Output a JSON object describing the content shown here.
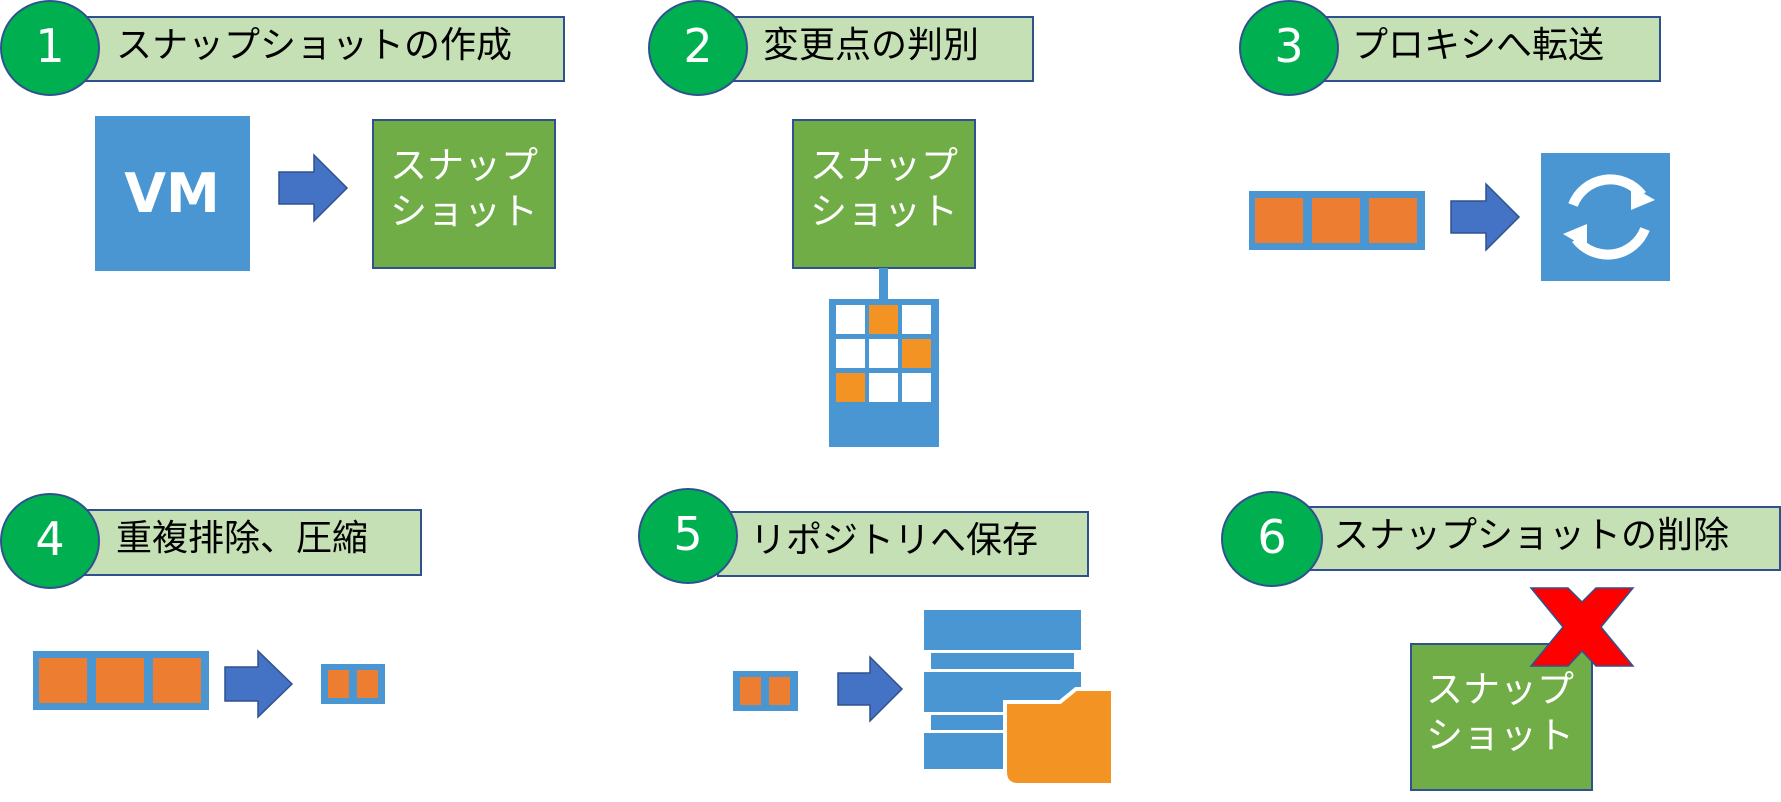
{
  "colors": {
    "circle_fill": "#00b050",
    "circle_stroke": "#2f528f",
    "title_fill": "#c5e0b4",
    "title_stroke": "#2f528f",
    "vm_blue": "#4a96d3",
    "snapshot_green": "#70ad47",
    "arrow_blue": "#4472c4",
    "block_orange": "#ed7d31",
    "folder_orange": "#f29323",
    "delete_red": "#ff0000"
  },
  "steps": [
    {
      "number": "1",
      "title": "スナップショットの作成"
    },
    {
      "number": "2",
      "title": "変更点の判別"
    },
    {
      "number": "3",
      "title": "プロキシへ転送"
    },
    {
      "number": "4",
      "title": "重複排除、圧縮"
    },
    {
      "number": "5",
      "title": "リポジトリへ保存"
    },
    {
      "number": "6",
      "title": "スナップショットの削除"
    }
  ],
  "vm_label": "VM",
  "snapshot_line1": "スナップ",
  "snapshot_line2": "ショット",
  "icons": {
    "arrow": "right-arrow-icon",
    "refresh": "refresh-icon",
    "database": "database-icon",
    "folder": "folder-icon",
    "delete": "red-x-delete-icon"
  }
}
